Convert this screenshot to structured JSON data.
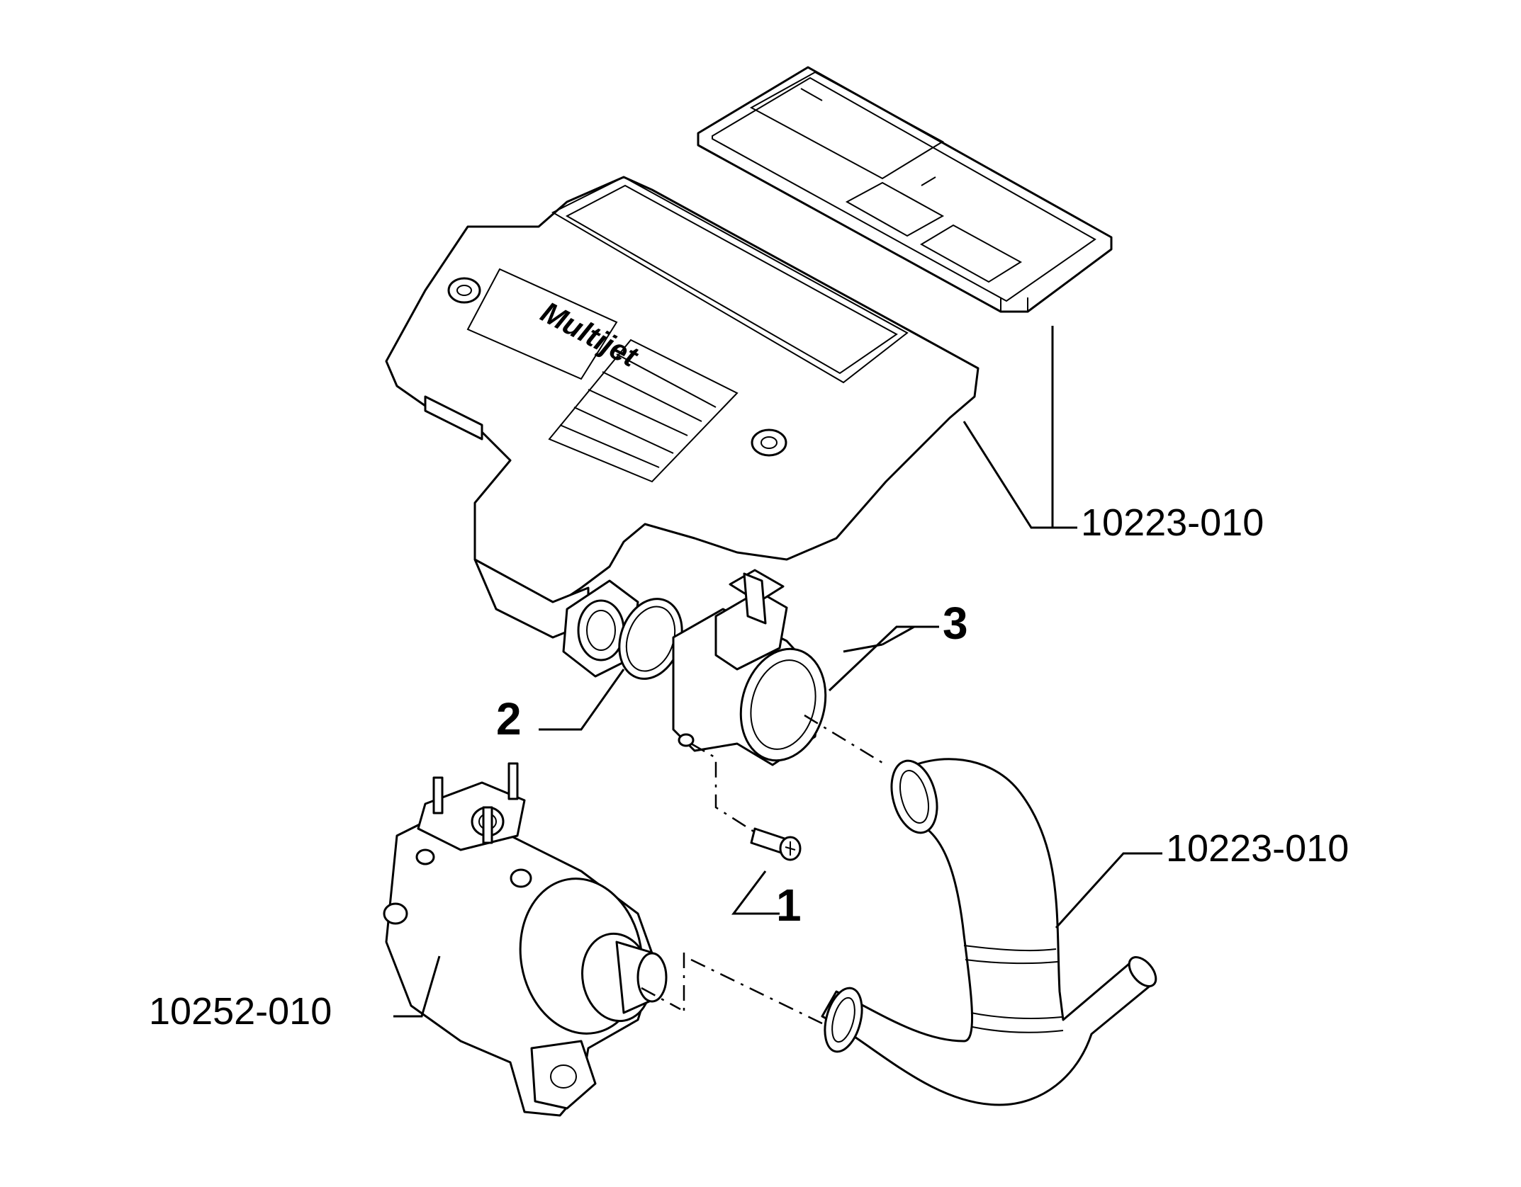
{
  "diagram": {
    "logo_text": "Multijet",
    "callouts": [
      {
        "id": "1",
        "label": "1"
      },
      {
        "id": "2",
        "label": "2"
      },
      {
        "id": "3",
        "label": "3"
      }
    ],
    "references": [
      {
        "id": "ref-cover",
        "label": "10223-010"
      },
      {
        "id": "ref-hose",
        "label": "10223-010"
      },
      {
        "id": "ref-turbo",
        "label": "10252-010"
      }
    ]
  }
}
